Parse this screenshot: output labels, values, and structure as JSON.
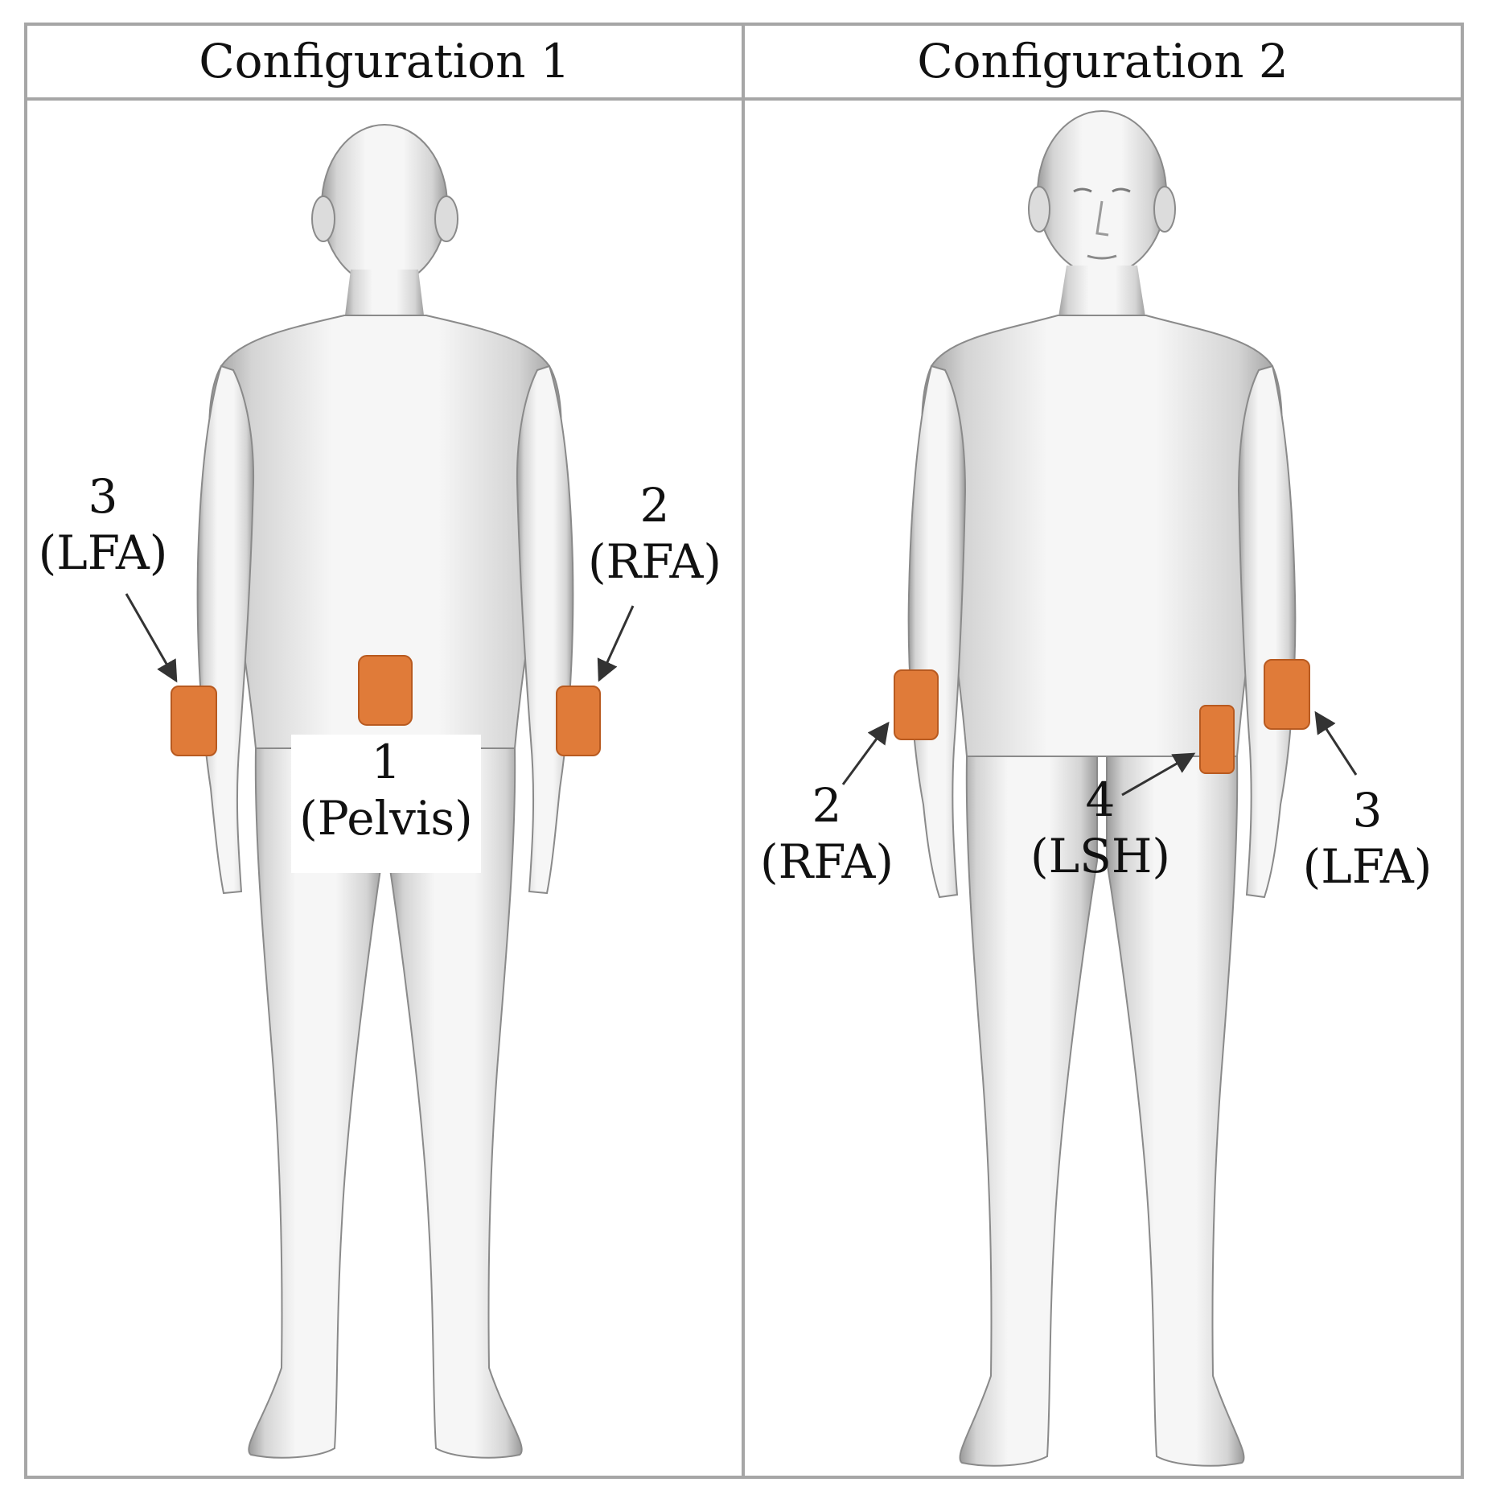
{
  "panels": [
    {
      "title": "Configuration 1",
      "sensors": [
        {
          "number": "1",
          "location": "(Pelvis)"
        },
        {
          "number": "2",
          "location": "(RFA)"
        },
        {
          "number": "3",
          "location": "(LFA)"
        }
      ]
    },
    {
      "title": "Configuration 2",
      "sensors": [
        {
          "number": "2",
          "location": "(RFA)"
        },
        {
          "number": "3",
          "location": "(LFA)"
        },
        {
          "number": "4",
          "location": "(LSH)"
        }
      ]
    }
  ],
  "colors": {
    "sensor": "#e07b39",
    "sensor_border": "#b85a20",
    "border": "#a6a6a6",
    "arrow": "#333333"
  }
}
